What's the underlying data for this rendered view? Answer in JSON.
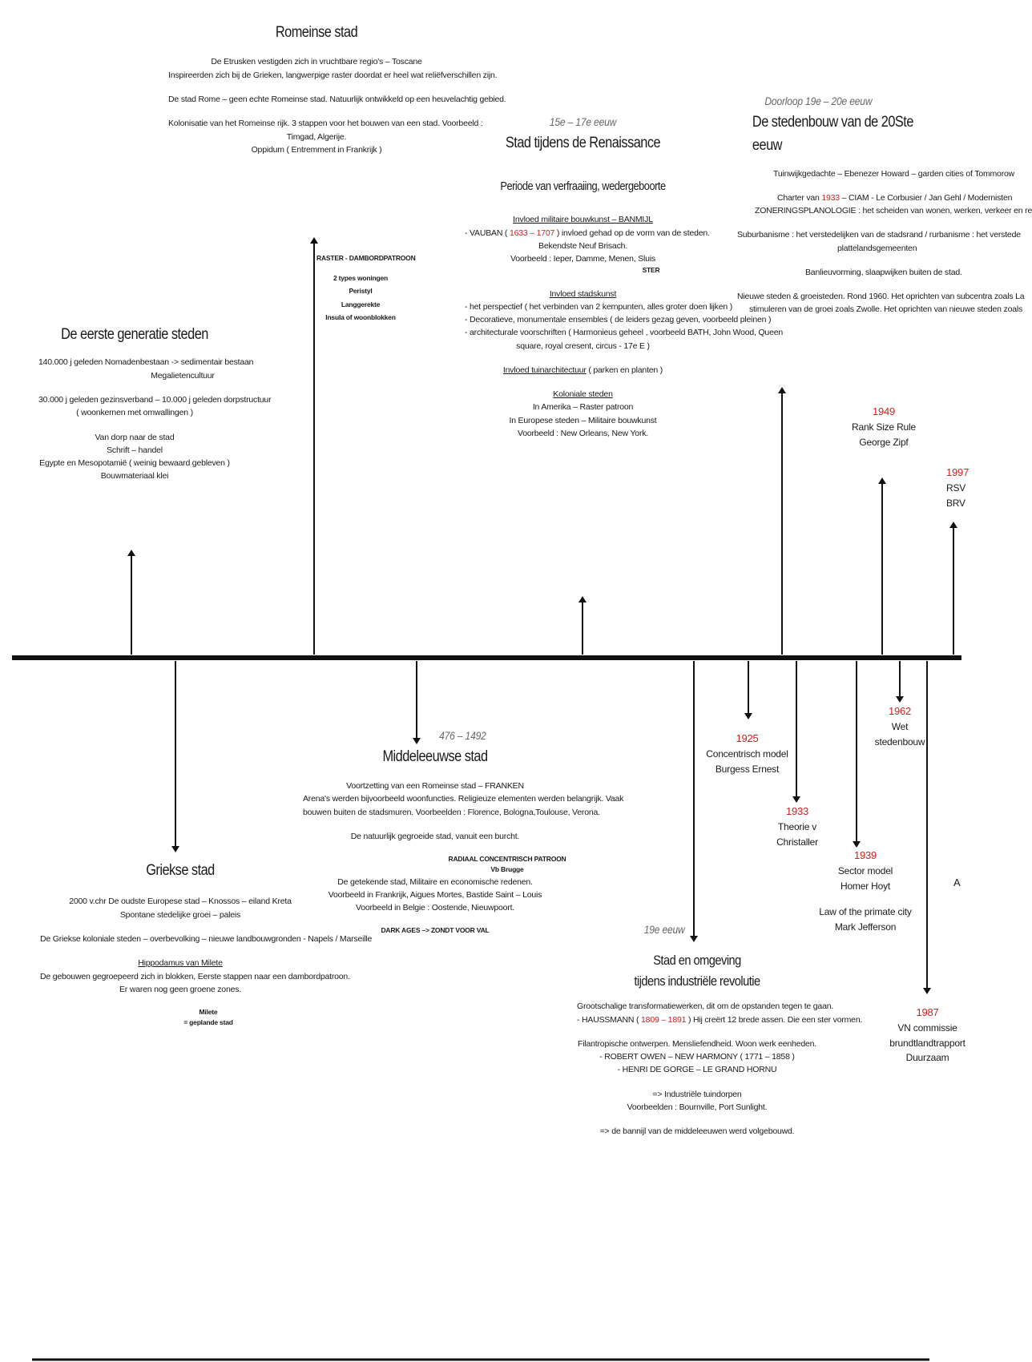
{
  "colors": {
    "line": "#111111",
    "accent": "#d02020",
    "era": "#666666"
  },
  "blocks": {
    "romeinse": {
      "title": "Romeinse stad",
      "l1": "De Etrusken vestigden zich in vruchtbare regio's – Toscane",
      "l2": "Inspireerden zich bij de Grieken, langwerpige raster doordat er heel wat reliëfverschillen zijn.",
      "l3": "De stad Rome – geen echte Romeinse stad. Natuurlijk ontwikkeld op een heuvelachtig gebied.",
      "l4": "Kolonisatie van het Romeinse rijk. 3 stappen voor het bouwen van een stad. Voorbeeld :",
      "l5": "Timgad, Algerije.",
      "l6": "Oppidum ( Entremment in Frankrijk )"
    },
    "raster": {
      "l1": "RASTER - DAMBORDPATROON",
      "l2": "2 types woningen",
      "l3": "Peristyl",
      "l4": "Langgerekte",
      "l5": "Insula of woonblokken"
    },
    "eerste": {
      "title": "De eerste generatie steden",
      "l1": "140.000 j geleden Nomadenbestaan -> sedimentair bestaan",
      "l2": "Megalietencultuur",
      "l3": "30.000 j geleden gezinsverband – 10.000 j geleden dorpstructuur",
      "l4": "( woonkernen met omwallingen )",
      "l5": "Van dorp naar de stad",
      "l6": "Schrift – handel",
      "l7": "Egypte en Mesopotamië ( weinig bewaard gebleven )",
      "l8": "Bouwmateriaal klei"
    },
    "renaissance": {
      "era": "15e – 17e eeuw",
      "title": "Stad tijdens de Renaissance",
      "subtitle": "Periode van verfraaiing, wedergeboorte",
      "l1": "Invloed militaire bouwkunst – BANMIJL",
      "l2a": "- VAUBAN ( ",
      "l2y": "1633 – 1707",
      "l2b": " ) invloed gehad op de vorm van de steden.",
      "l3": "Bekendste Neuf Brisach.",
      "l4": "Voorbeeld : Ieper, Damme, Menen, Sluis",
      "l5": "STER",
      "l6": "Invloed stadskunst",
      "l7": "- het perspectief ( het verbinden van 2 kernpunten, alles groter doen lijken )",
      "l8": "- Decoratieve, monumentale ensembles ( de leiders gezag geven, voorbeeld pleinen )",
      "l9": "- architecturale voorschriften ( Harmonieus geheel , voorbeeld BATH, John Wood, Queen",
      "l10": "square, royal cresent, circus - 17e E )",
      "l11": "Invloed tuinarchitectuur",
      "l11b": " ( parken en planten )",
      "l12": "Koloniale steden",
      "l13": "In Amerika – Raster patroon",
      "l14": "In Europese steden – Militaire bouwkunst",
      "l15": "Voorbeeld : New Orleans, New York."
    },
    "twintigste": {
      "era": "Doorloop 19e – 20e eeuw",
      "title": "De stedenbouw van de 20Ste eeuw",
      "l1": "Tuinwijkgedachte – Ebenezer Howard – garden cities of Tommorow",
      "l2a": "Charter van ",
      "l2y": "1933",
      "l2b": " – CIAM - Le Corbusier / Jan Gehl / Modernisten",
      "l3": "ZONERINGSPLANOLOGIE : het scheiden van wonen, werken, verkeer en re",
      "l4": "Suburbanisme : het verstedelijken van de stadsrand / rurbanisme : het verstede",
      "l5": "plattelandsgemeenten",
      "l6": "Banlieuvorming, slaapwijken buiten de stad.",
      "l7": "Nieuwe steden & groeisteden. Rond 1960. Het oprichten van subcentra zoals La",
      "l8": "stimuleren van de groei zoals Zwolle. Het oprichten van nieuwe steden zoals"
    },
    "rank": {
      "year": "1949",
      "l1": "Rank Size Rule",
      "l2": "George Zipf"
    },
    "rsv": {
      "year": "1997",
      "l1": "RSV",
      "l2": "BRV"
    },
    "griekse": {
      "title": "Griekse stad",
      "l1": "2000 v.chr De oudste Europese stad – Knossos – eiland Kreta",
      "l2": "Spontane stedelijke groei – paleis",
      "l3": "De Griekse koloniale steden – overbevolking – nieuwe landbouwgronden - Napels / Marseille",
      "l4": "Hippodamus van Milete",
      "l5": "De gebouwen gegroepeerd zich in blokken, Eerste stappen naar een dambordpatroon.",
      "l6": "Er waren nog geen groene zones.",
      "l7": "Milete",
      "l8": "= geplande stad"
    },
    "middel": {
      "era": "476 – 1492",
      "title": "Middeleeuwse stad",
      "l1": "Voortzetting van een Romeinse stad – FRANKEN",
      "l2": "Arena's werden bijvoorbeeld woonfuncties. Religieuze elementen werden belangrijk. Vaak",
      "l3": "bouwen buiten de stadsmuren. Voorbeelden : Florence, Bologna,Toulouse, Verona.",
      "l4": "De natuurlijk gegroeide stad, vanuit een burcht.",
      "l5": "RADIAAL CONCENTRISCH PATROON",
      "l6": "Vb Brugge",
      "l7": "De getekende stad, Militaire en economische redenen.",
      "l8": "Voorbeeld in Frankrijk, Aigues Mortes, Bastide Saint – Louis",
      "l9": "Voorbeeld in Belgie : Oostende, Nieuwpoort.",
      "l10": "DARK AGES –> ZONDT VOOR VAL"
    },
    "industrie": {
      "era": "19e eeuw",
      "title1": "Stad en omgeving",
      "title2": "tijdens industriële revolutie",
      "l1": "Grootschalige transformatiewerken, dit om de opstanden tegen te gaan.",
      "l2a": "- HAUSSMANN ( ",
      "l2y": "1809 – 1891",
      "l2b": " ) Hij creërt 12 brede assen. Die een ster vormen.",
      "l3": "Filantropische ontwerpen. Mensliefendheid. Woon werk eenheden.",
      "l4": "- ROBERT OWEN – NEW HARMONY ( 1771 – 1858 )",
      "l5": "- HENRI DE GORGE – LE GRAND HORNU",
      "l6": "=> Industriële tuindorpen",
      "l7": "Voorbeelden : Bournville, Port Sunlight.",
      "l8": "=> de bannijl van de middeleeuwen werd volgebouwd."
    },
    "burgess": {
      "year": "1925",
      "l1": "Concentrisch model",
      "l2": "Burgess Ernest"
    },
    "christaller": {
      "year": "1933",
      "l1": "Theorie v",
      "l2": "Christaller"
    },
    "hoyt": {
      "year": "1939",
      "l1": "Sector model",
      "l2": "Homer Hoyt",
      "l3": "Law of the primate city",
      "l4": "Mark Jefferson"
    },
    "wet": {
      "year": "1962",
      "l1": "Wet",
      "l2": "stedenbouw"
    },
    "vn": {
      "year": "1987",
      "l1": "VN commissie",
      "l2": "brundtlandtrapport",
      "l3": "Duurzaam"
    },
    "edge": {
      "l1": "A"
    }
  }
}
